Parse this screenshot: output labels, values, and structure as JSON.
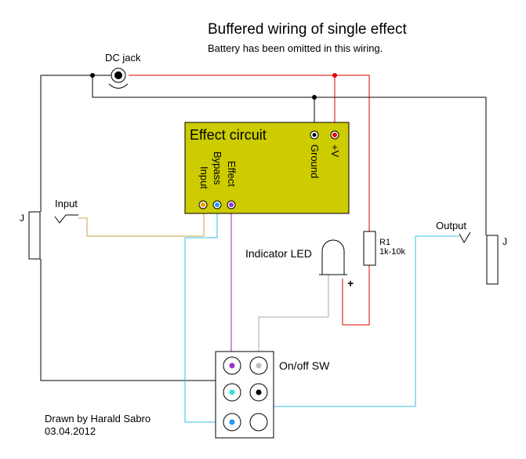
{
  "title": "Buffered wiring of single effect",
  "subtitle": "Battery has been omitted in this wiring.",
  "labels": {
    "dc_jack": "DC jack",
    "effect_circuit": "Effect circuit",
    "ground": "Ground",
    "plus_v": "+V",
    "pad_input": "Input",
    "pad_bypass": "Bypass",
    "pad_effect": "Effect",
    "input_jack": "Input",
    "output_jack": "Output",
    "left_jack": "J",
    "right_jack": "J",
    "resistor_name": "R1",
    "resistor_value": "1k-10k",
    "led": "Indicator LED",
    "led_plus": "+",
    "switch": "On/off SW",
    "credit_name": "Drawn by Harald Sabro",
    "credit_date": "03.04.2012"
  },
  "colors": {
    "wire_black": "#000000",
    "wire_red": "#e00000",
    "wire_orange": "#c8a040",
    "wire_cyan": "#30c0e0",
    "wire_purple": "#a020c0",
    "wire_gray": "#a8a8a8",
    "effect_box": "#cccc00",
    "pad_orange": "#ff9900",
    "pad_blue": "#2299ee",
    "pad_purple": "#9933cc"
  }
}
